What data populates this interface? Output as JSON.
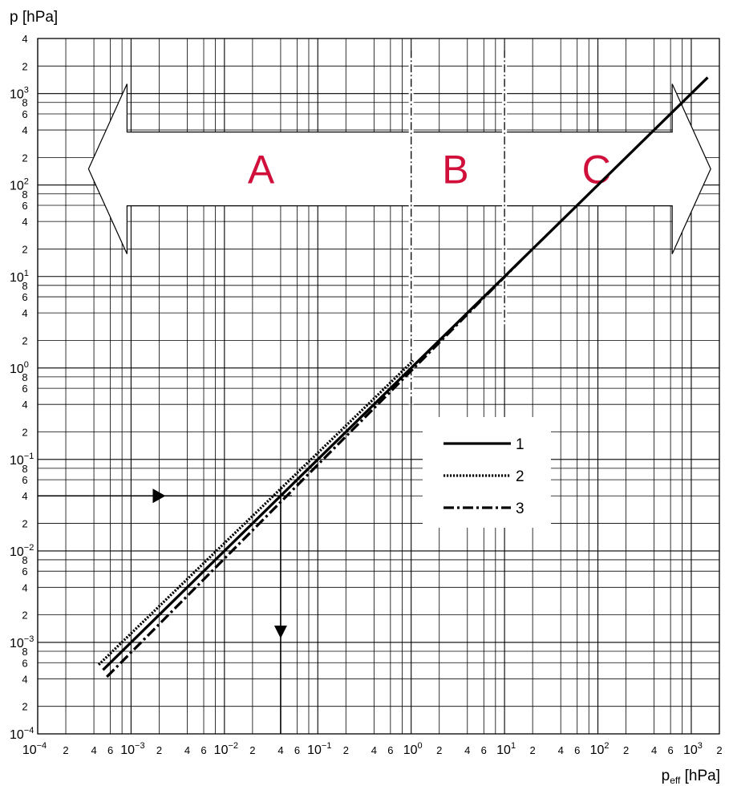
{
  "chart_data": {
    "type": "line",
    "scale": "log-log",
    "xlabel": "p_eff [hPa]",
    "xlabel_main": "p",
    "xlabel_sub": "eff",
    "xlabel_unit": " [hPa]",
    "ylabel": "p [hPa]",
    "xlim": [
      0.0001,
      2000
    ],
    "ylim": [
      0.0001,
      4000
    ],
    "grid": true,
    "legend_position": "center-right",
    "x_major_ticks": [
      {
        "value": 0.0001,
        "base": "10",
        "exp": "−4"
      },
      {
        "value": 0.001,
        "base": "10",
        "exp": "−3"
      },
      {
        "value": 0.01,
        "base": "10",
        "exp": "−2"
      },
      {
        "value": 0.1,
        "base": "10",
        "exp": "−1"
      },
      {
        "value": 1,
        "base": "10",
        "exp": "0"
      },
      {
        "value": 10,
        "base": "10",
        "exp": "1"
      },
      {
        "value": 100,
        "base": "10",
        "exp": "2"
      },
      {
        "value": 1000,
        "base": "10",
        "exp": "3"
      }
    ],
    "y_major_ticks": [
      {
        "value": 0.0001,
        "base": "10",
        "exp": "−4"
      },
      {
        "value": 0.001,
        "base": "10",
        "exp": "−3"
      },
      {
        "value": 0.01,
        "base": "10",
        "exp": "−2"
      },
      {
        "value": 0.1,
        "base": "10",
        "exp": "−1"
      },
      {
        "value": 1,
        "base": "10",
        "exp": "0"
      },
      {
        "value": 10,
        "base": "10",
        "exp": "1"
      },
      {
        "value": 100,
        "base": "10",
        "exp": "2"
      },
      {
        "value": 1000,
        "base": "10",
        "exp": "3"
      }
    ],
    "minor_tick_labels": [
      "2",
      "4",
      "6",
      "8"
    ],
    "series": [
      {
        "name": "1",
        "style": "solid",
        "x": [
          0.0005,
          1500
        ],
        "y": [
          0.0005,
          1500
        ]
      },
      {
        "name": "2",
        "style": "dotted",
        "x": [
          0.00045,
          1.05
        ],
        "y": [
          0.00057,
          1.2
        ]
      },
      {
        "name": "3",
        "style": "dash-dot",
        "x": [
          0.00055,
          15
        ],
        "y": [
          0.00042,
          15
        ]
      }
    ],
    "zones": [
      {
        "label": "A",
        "x_from": 0.0005,
        "x_to": 1
      },
      {
        "label": "B",
        "x_from": 1,
        "x_to": 10
      },
      {
        "label": "C",
        "x_from": 10,
        "x_to": 1200
      }
    ],
    "zone_dividers": [
      {
        "x": 1,
        "y_from": 0.4,
        "y_to": 3000
      },
      {
        "x": 10,
        "y_from": 3,
        "y_to": 3000
      }
    ],
    "example_reading": {
      "p": 0.04,
      "p_eff": 0.04
    },
    "colors": {
      "zone_label": "#d0103a",
      "lines": "#000000",
      "grid": "#000000"
    }
  }
}
